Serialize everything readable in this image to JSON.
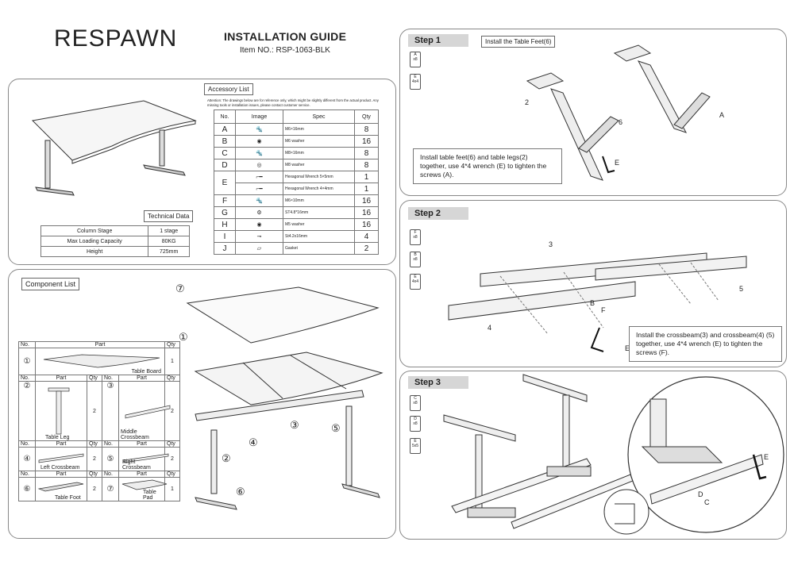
{
  "header": {
    "brand": "RESPAWN",
    "title": "INSTALLATION GUIDE",
    "item_no": "Item NO.: RSP-1063-BLK"
  },
  "accessory": {
    "label": "Accessory List",
    "note": "Attention: The drawings below are for reference only, which might be slightly different from the actual product. Any missing tools or installation issues, please contact customer service.",
    "headers": [
      "No.",
      "Image",
      "Spec",
      "Qty"
    ],
    "rows": [
      {
        "no": "A",
        "spec": "M6×16mm",
        "qty": "8"
      },
      {
        "no": "B",
        "spec": "M6 washer",
        "qty": "16"
      },
      {
        "no": "C",
        "spec": "M8×16mm",
        "qty": "8"
      },
      {
        "no": "D",
        "spec": "M8 washer",
        "qty": "8"
      },
      {
        "no": "E",
        "spec": "Hexagonal Wrench 5×5mm",
        "qty": "1"
      },
      {
        "no": "",
        "spec": "Hexagonal Wrench 4×4mm",
        "qty": "1"
      },
      {
        "no": "F",
        "spec": "M6×10mm",
        "qty": "16"
      },
      {
        "no": "G",
        "spec": "ST4.8*16mm",
        "qty": "16"
      },
      {
        "no": "H",
        "spec": "M5 washer",
        "qty": "16"
      },
      {
        "no": "I",
        "spec": "St4.2x16mm",
        "qty": "4"
      },
      {
        "no": "J",
        "spec": "Gasket",
        "qty": "2"
      }
    ]
  },
  "technical": {
    "label": "Technical Data",
    "rows": [
      {
        "k": "Column Stage",
        "v": "1 stage"
      },
      {
        "k": "Max Loading Capacity",
        "v": "80KG"
      },
      {
        "k": "Height",
        "v": "725mm"
      }
    ]
  },
  "components": {
    "label": "Component List",
    "h_no": "No.",
    "h_part": "Part",
    "h_qty": "Qty",
    "table_board": {
      "num": "①",
      "name": "Table Board",
      "qty": "1"
    },
    "r2": [
      {
        "num": "②",
        "name": "Table Leg",
        "qty": "2"
      },
      {
        "num": "③",
        "name": "Middle Crossbeam",
        "qty": "2"
      }
    ],
    "r3": [
      {
        "num": "④",
        "name": "Left Crossbeam",
        "qty": "2"
      },
      {
        "num": "⑤",
        "name": "Right Crossbeam",
        "qty": "2"
      }
    ],
    "r4": [
      {
        "num": "⑥",
        "name": "Table Foot",
        "qty": "2"
      },
      {
        "num": "⑦",
        "name": "Table Pad",
        "qty": "1"
      }
    ]
  },
  "exploded": {
    "c1": "①",
    "c2": "②",
    "c3": "③",
    "c4": "④",
    "c5": "⑤",
    "c6": "⑥",
    "c7": "⑦"
  },
  "step1": {
    "label": "Step 1",
    "title": "Install the Table Feet(6)",
    "note": "Install table feet(6) and table legs(2) together, use 4*4 wrench (E) to tighten the screws (A).",
    "hw": [
      {
        "l": "A",
        "q": "x8"
      },
      {
        "l": "E",
        "q": "4x4"
      }
    ],
    "c2": "2",
    "c6": "6",
    "cA": "A",
    "cE": "E"
  },
  "step2": {
    "label": "Step 2",
    "note": "Install the crossbeam(3) and crossbeam(4) (5) together, use 4*4 wrench (E) to tighten the screws (F).",
    "hw": [
      {
        "l": "F",
        "q": "x8"
      },
      {
        "l": "B",
        "q": "x8"
      },
      {
        "l": "E",
        "q": "4x4"
      }
    ],
    "c3": "3",
    "c4": "4",
    "c5": "5",
    "cB": "B",
    "cF": "F",
    "cE": "E"
  },
  "step3": {
    "label": "Step 3",
    "hw": [
      {
        "l": "C",
        "q": "x8"
      },
      {
        "l": "D",
        "q": "x8"
      },
      {
        "l": "E",
        "q": "5x5"
      }
    ],
    "cC": "C",
    "cD": "D",
    "cE": "E"
  }
}
